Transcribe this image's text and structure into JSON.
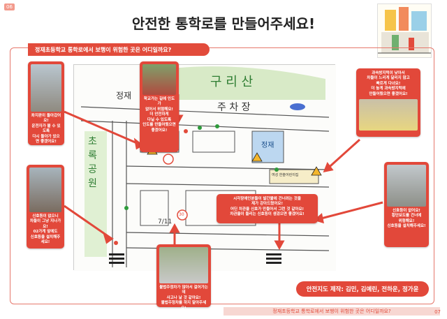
{
  "page": {
    "left_number": "06",
    "right_number": "07"
  },
  "title": "안전한 통학로를 만들어주세요!",
  "question_banner": "정재초등학교 통학로에서 보행이 위험한 곳은 어디일까요?",
  "callouts": [
    {
      "id": "left-top",
      "text": "좌지판이 돌아갔어요!\n운전자가 볼 수 있도록\n다시 돌아가 있으면 좋겠어요!"
    },
    {
      "id": "top-mid",
      "text": "학교가는 길에 인도가\n없어서 위험해요!\n더 안전하게\n다닐 수 있도록\n인도를 만들어줬으면\n좋겠어요!"
    },
    {
      "id": "right-top",
      "text": "과속방지턱이 낮아서\n차들이 느리게 달리지 않고\n빠르게 다녀요!\n더 높게 과속방지턱에\n만들어줬으면 좋겠어요!"
    },
    {
      "id": "left-bottom",
      "text": "신호등이 없으니\n차들이 그냥 지나가요!\n02가게 앞에도\n신호등을 설치해주세요!"
    },
    {
      "id": "center",
      "text": "시각장애인분들이 발간불에 건너려는 것을\n제가 강아드렸어요!\n어딘 차관을 신호가 만들어서 그런 것 같아요!\n차관을이 들리는 신호등이 생겼으면 좋겠어요!"
    },
    {
      "id": "right-bottom",
      "text": "신호등이 없어요!\n횡단보도를 건너에\n위험해요!\n신호등을 설치해주세요!"
    },
    {
      "id": "bottom-mid",
      "text": "불법주정차가 많아서 걸어가는데\n사고나 날 것 같아요!\n불법주정차를 하지 말아주세요!"
    }
  ],
  "map_labels": {
    "mountain": "구 리 산",
    "parking": "주 차 장",
    "park": "초 록 공 원",
    "school_sign": "정재",
    "store": "7/11",
    "speed": "30",
    "community": "여성 한솔어린이집",
    "apartment": "정재"
  },
  "credits": "안전지도 제작: 김민, 김예린, 전하운, 정가윤",
  "bottom_strip": "정재초등학교 통학로에서 보행이 위험한 곳은 어디일까요?",
  "colors": {
    "accent": "#e2483a",
    "frame": "#e6776b"
  }
}
